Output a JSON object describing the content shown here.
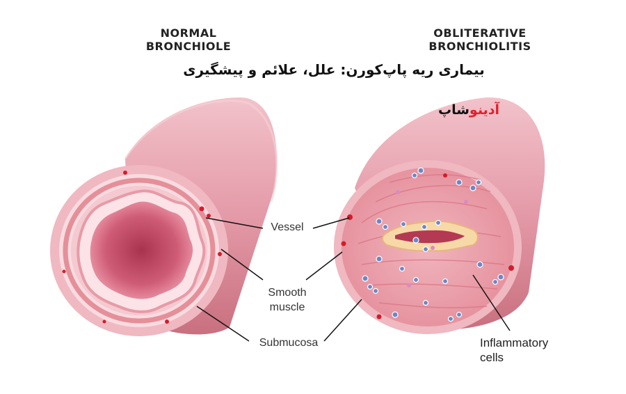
{
  "headers": {
    "normal_line1": "NORMAL",
    "normal_line2": "BRONCHIOLE",
    "oblit_line1": "OBLITERATIVE",
    "oblit_line2": "BRONCHIOLITIS"
  },
  "title_fa": "بیماری ریه پاپ‌کورن: علل، علائم و پیشگیری",
  "brand": {
    "part1": "شاپ",
    "part2": "آدینو"
  },
  "labels": {
    "vessel": "Vessel",
    "smooth_muscle_1": "Smooth",
    "smooth_muscle_2": "muscle",
    "submucosa": "Submucosa",
    "inflammatory_1": "Inflammatory",
    "inflammatory_2": "cells"
  },
  "colors": {
    "tube_outer": "#e9a3b0",
    "tube_dark": "#c9707f",
    "ring_light": "#f6d6db",
    "muscle": "#e58f99",
    "lumen": "#c44a63",
    "vessel_dot": "#d31c2a",
    "inflam_cell": "#6d86c6",
    "brand_red": "#e0202e"
  }
}
